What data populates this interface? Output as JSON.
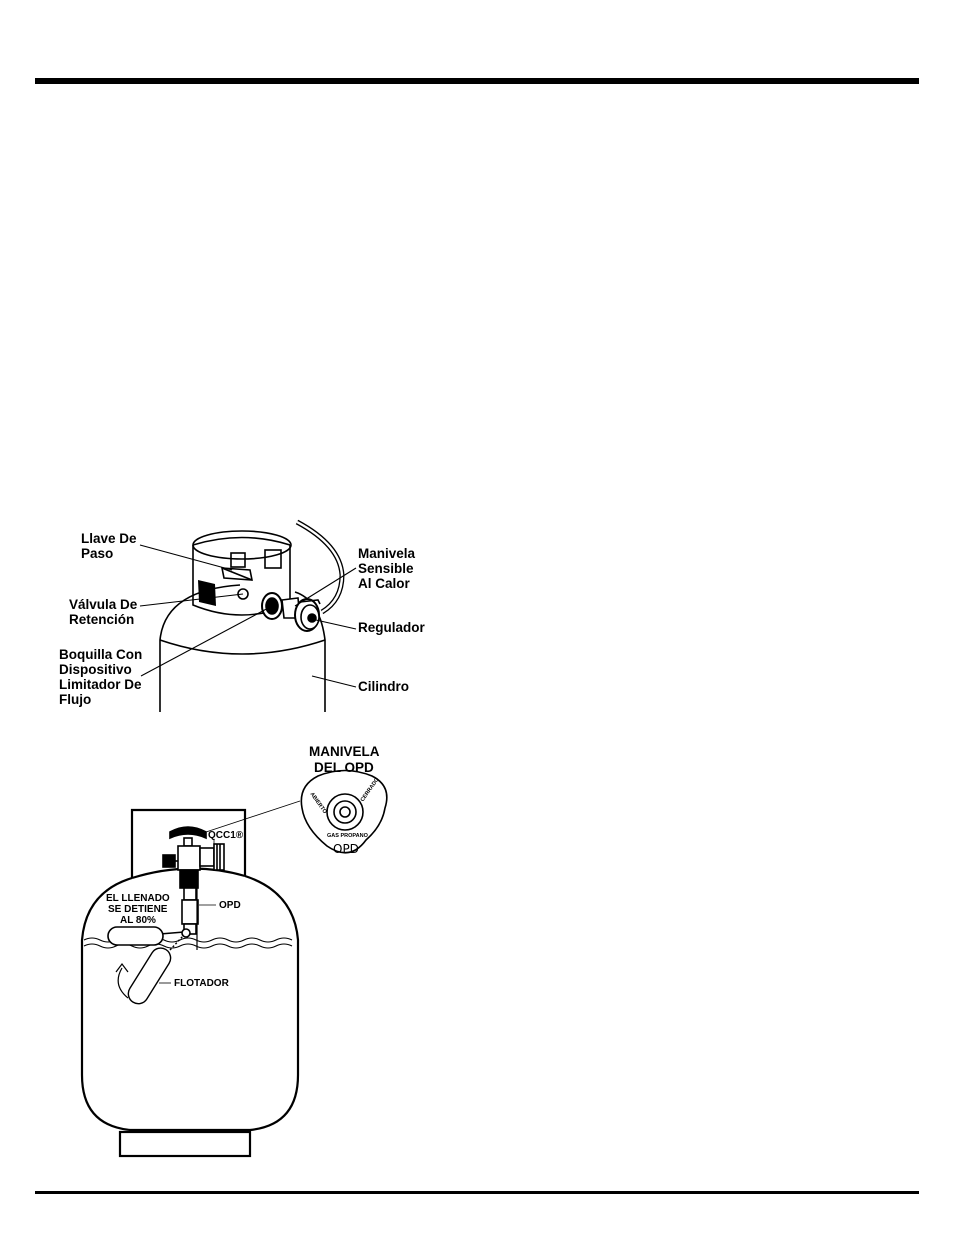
{
  "figure1": {
    "labels": {
      "llave_de_paso": [
        "Llave De",
        "Paso"
      ],
      "valvula_de_retencion": [
        "Válvula De",
        "Retención"
      ],
      "boquilla": [
        "Boquilla Con",
        "Dispositivo",
        "Limitador De",
        "Flujo"
      ],
      "manivela_sensible": [
        "Manivela",
        "Sensible",
        "Al Calor"
      ],
      "regulador": "Regulador",
      "cilindro": "Cilindro"
    }
  },
  "figure2": {
    "title": [
      "MANIVELA",
      "DEL OPD"
    ],
    "knob_text": {
      "abierto": "ABIERTO",
      "cerrado": "CERRADO",
      "gas_propano": "GAS PROPANO",
      "opd": "OPD"
    },
    "labels": {
      "qcc1": "QCC1®",
      "llenado": [
        "EL LLENADO",
        "SE DETIENE",
        "AL 80%"
      ],
      "opd": "OPD",
      "flotador": "FLOTADOR"
    }
  }
}
